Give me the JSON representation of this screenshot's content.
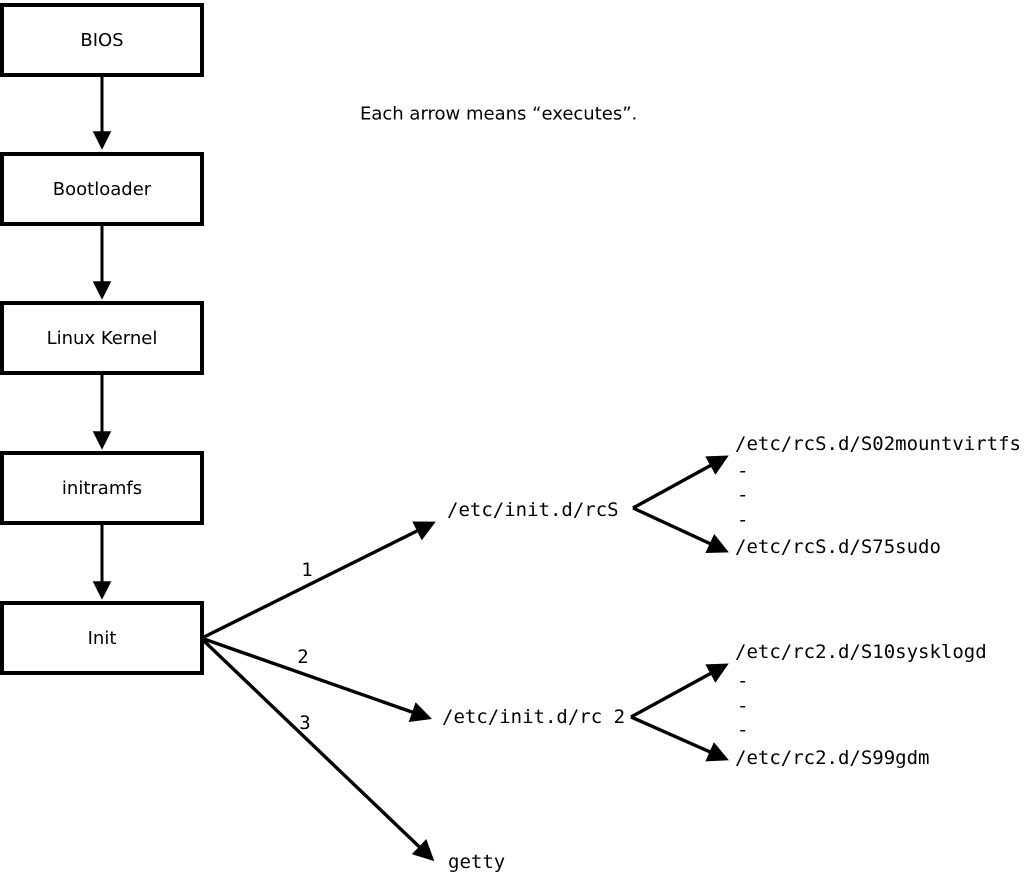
{
  "note": "Each arrow means “executes”.",
  "boot_chain": [
    {
      "label": "BIOS"
    },
    {
      "label": "Bootloader"
    },
    {
      "label": "Linux Kernel"
    },
    {
      "label": "initramfs"
    },
    {
      "label": "Init"
    }
  ],
  "init_branches": [
    {
      "order": "1",
      "target": "/etc/init.d/rcS",
      "children": [
        "/etc/rcS.d/S02mountvirtfs",
        "-",
        "-",
        "-",
        "/etc/rcS.d/S75sudo"
      ]
    },
    {
      "order": "2",
      "target": "/etc/init.d/rc 2",
      "children": [
        "/etc/rc2.d/S10sysklogd",
        "-",
        "-",
        "-",
        "/etc/rc2.d/S99gdm"
      ]
    },
    {
      "order": "3",
      "target": "getty"
    }
  ],
  "colors": {
    "ink": "#000000",
    "background": "#ffffff"
  }
}
